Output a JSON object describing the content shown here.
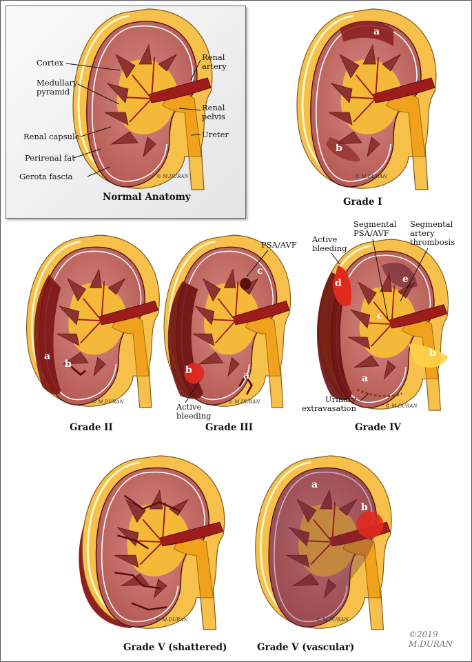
{
  "panels": {
    "normal": {
      "title": "Normal Anatomy",
      "labels": {
        "cortex": "Cortex",
        "medullary": "Medullary\npyramid",
        "capsule": "Renal capsule",
        "perirenal": "Perirenal fat",
        "gerota": "Gerota fascia",
        "artery": "Renal\nartery",
        "pelvis": "Renal\npelvis",
        "ureter": "Ureter"
      },
      "signature": "© M.DURAN"
    },
    "grade1": {
      "title": "Grade I",
      "letters": {
        "a": "a",
        "b": "b"
      },
      "signature": "© M.DURAN"
    },
    "grade2": {
      "title": "Grade II",
      "letters": {
        "a": "a",
        "b": "b"
      },
      "signature": "© M.DURAN"
    },
    "grade3": {
      "title": "Grade III",
      "letters": {
        "a": "a",
        "b": "b",
        "c": "c"
      },
      "labels": {
        "psa": "PSA/AVF",
        "bleeding": "Active\nbleeding"
      },
      "signature": "© M.DURAN"
    },
    "grade4": {
      "title": "Grade IV",
      "letters": {
        "a": "a",
        "b": "b",
        "c": "c",
        "d": "d",
        "e": "e"
      },
      "labels": {
        "bleeding": "Active\nbleeding",
        "segpsa": "Segmental\nPSA/AVF",
        "thrombosis": "Segmental\nartery\nthrombosis",
        "extravasation": "Urinary\nextravasation"
      },
      "signature": "© M.DURAN"
    },
    "grade5s": {
      "title": "Grade V (shattered)",
      "signature": "© M.DURAN"
    },
    "grade5v": {
      "title": "Grade V (vascular)",
      "letters": {
        "a": "a",
        "b": "b"
      },
      "signature": "© M.DURAN"
    }
  },
  "copyright": "©2019\nM.DURAN",
  "colors": {
    "fat": "#f6c04a",
    "fascia": "#fdf3c0",
    "cortex": "#c06a66",
    "medulla": "#8e3330",
    "sinus_fat": "#f5b93a",
    "artery": "#9e1c1a",
    "pelvis": "#f0a21c",
    "hematoma": "#8a1616",
    "bleeding": "#e0281e"
  }
}
